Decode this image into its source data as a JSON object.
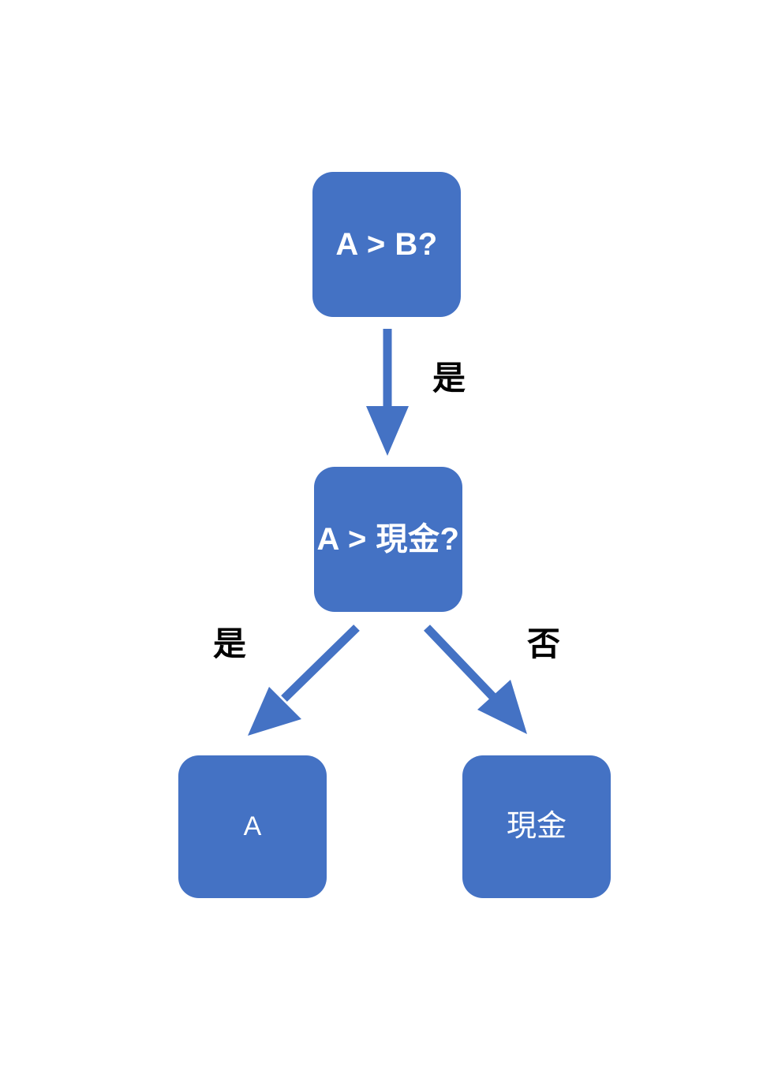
{
  "diagram": {
    "type": "decision-tree-flowchart",
    "background_color": "#ffffff",
    "node_fill_color": "#4472C4",
    "node_text_color": "#ffffff",
    "edge_color": "#4472C4",
    "edge_label_color": "#000000",
    "nodes": [
      {
        "id": "root",
        "label": "A > B?",
        "shape": "rounded-rectangle"
      },
      {
        "id": "cash_decision",
        "label": "A > 現金?",
        "shape": "rounded-rectangle"
      },
      {
        "id": "a",
        "label": "A",
        "shape": "rounded-rectangle"
      },
      {
        "id": "cash",
        "label": "現金",
        "shape": "rounded-rectangle"
      }
    ],
    "edges": [
      {
        "from": "root",
        "to": "cash_decision",
        "label": "是",
        "direction": "down"
      },
      {
        "from": "cash_decision",
        "to": "a",
        "label": "是",
        "direction": "down-left"
      },
      {
        "from": "cash_decision",
        "to": "cash",
        "label": "否",
        "direction": "down-right"
      }
    ],
    "footer": ""
  }
}
